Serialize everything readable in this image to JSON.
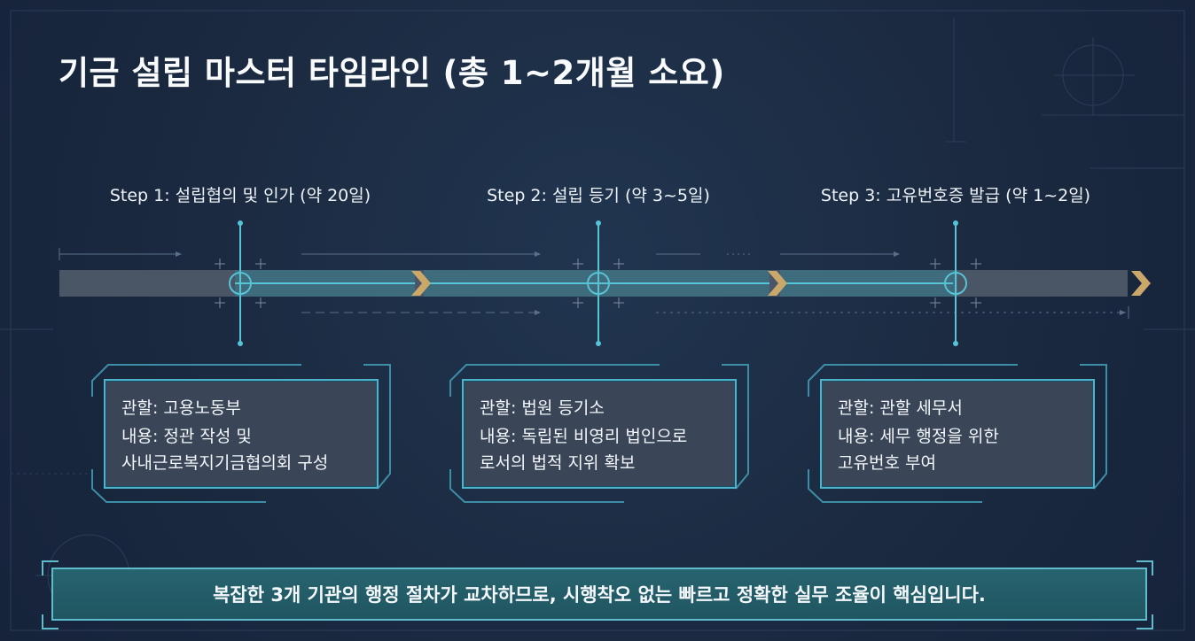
{
  "title": "기금 설립 마스터 타임라인 (총 1~2개월 소요)",
  "steps": [
    {
      "label": "Step 1: 설립협의 및 인가 (약 20일)",
      "authority": "관할: 고용노동부",
      "content_line1": "내용: 정관 작성 및",
      "content_line2": "사내근로복지기금협의회 구성"
    },
    {
      "label": "Step 2: 설립 등기 (약 3~5일)",
      "authority": "관할: 법원 등기소",
      "content_line1": "내용: 독립된 비영리 법인으로",
      "content_line2": "로서의 법적 지위 확보"
    },
    {
      "label": "Step 3: 고유번호증 발급 (약 1~2일)",
      "authority": "관할: 관할 세무서",
      "content_line1": "내용: 세무 행정을 위한",
      "content_line2": "고유번호 부여"
    }
  ],
  "banner": "복잡한 3개 기관의 행정 절차가 교차하므로, 시행착오 없는 빠르고 정확한 실무 조율이 핵심입니다.",
  "colors": {
    "background": "#1b2a40",
    "accent": "#4fb3c9",
    "chevron": "#c9a86a",
    "bar": "#4a5566",
    "banner": "#27646f"
  },
  "icons": [
    "crosshair-icon",
    "chevron-right-icon"
  ]
}
